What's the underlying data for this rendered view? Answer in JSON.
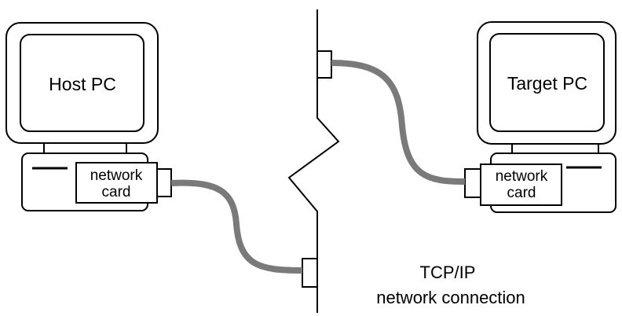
{
  "host": {
    "label": "Host PC",
    "card_line1": "network",
    "card_line2": "card"
  },
  "target": {
    "label": "Target PC",
    "card_line1": "network",
    "card_line2": "card"
  },
  "network": {
    "line1": "TCP/IP",
    "line2": "network connection"
  },
  "colors": {
    "stroke": "#000000",
    "cable": "#7a7a7a",
    "fill": "#ffffff"
  }
}
